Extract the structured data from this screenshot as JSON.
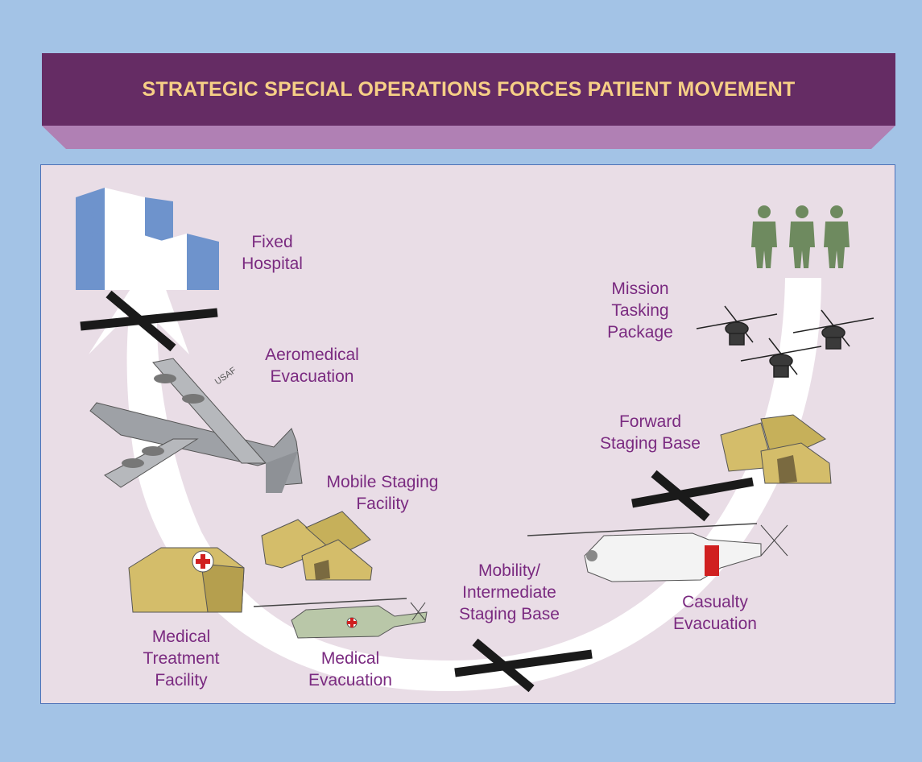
{
  "banner": {
    "title": "STRATEGIC SPECIAL OPERATIONS FORCES PATIENT MOVEMENT"
  },
  "labels": {
    "fixed_hospital": "Fixed\nHospital",
    "mission_tasking": "Mission\nTasking\nPackage",
    "aeromedical": "Aeromedical\nEvacuation",
    "forward_staging": "Forward\nStaging Base",
    "mobile_staging": "Mobile Staging\nFacility",
    "mobility_intermediate": "Mobility/\nIntermediate\nStaging Base",
    "casualty_evac": "Casualty\nEvacuation",
    "medical_treatment": "Medical\nTreatment\nFacility",
    "medical_evac": "Medical\nEvacuation"
  },
  "aircraft_markings": {
    "c130_tail": "USAF"
  },
  "colors": {
    "background": "#a3c3e6",
    "banner": "#652c64",
    "banner_text": "#f6cf86",
    "panel": "#e9dde6",
    "label_text": "#7a2a80",
    "tent": "#d4bd6a",
    "soldier": "#6e8a5f"
  }
}
